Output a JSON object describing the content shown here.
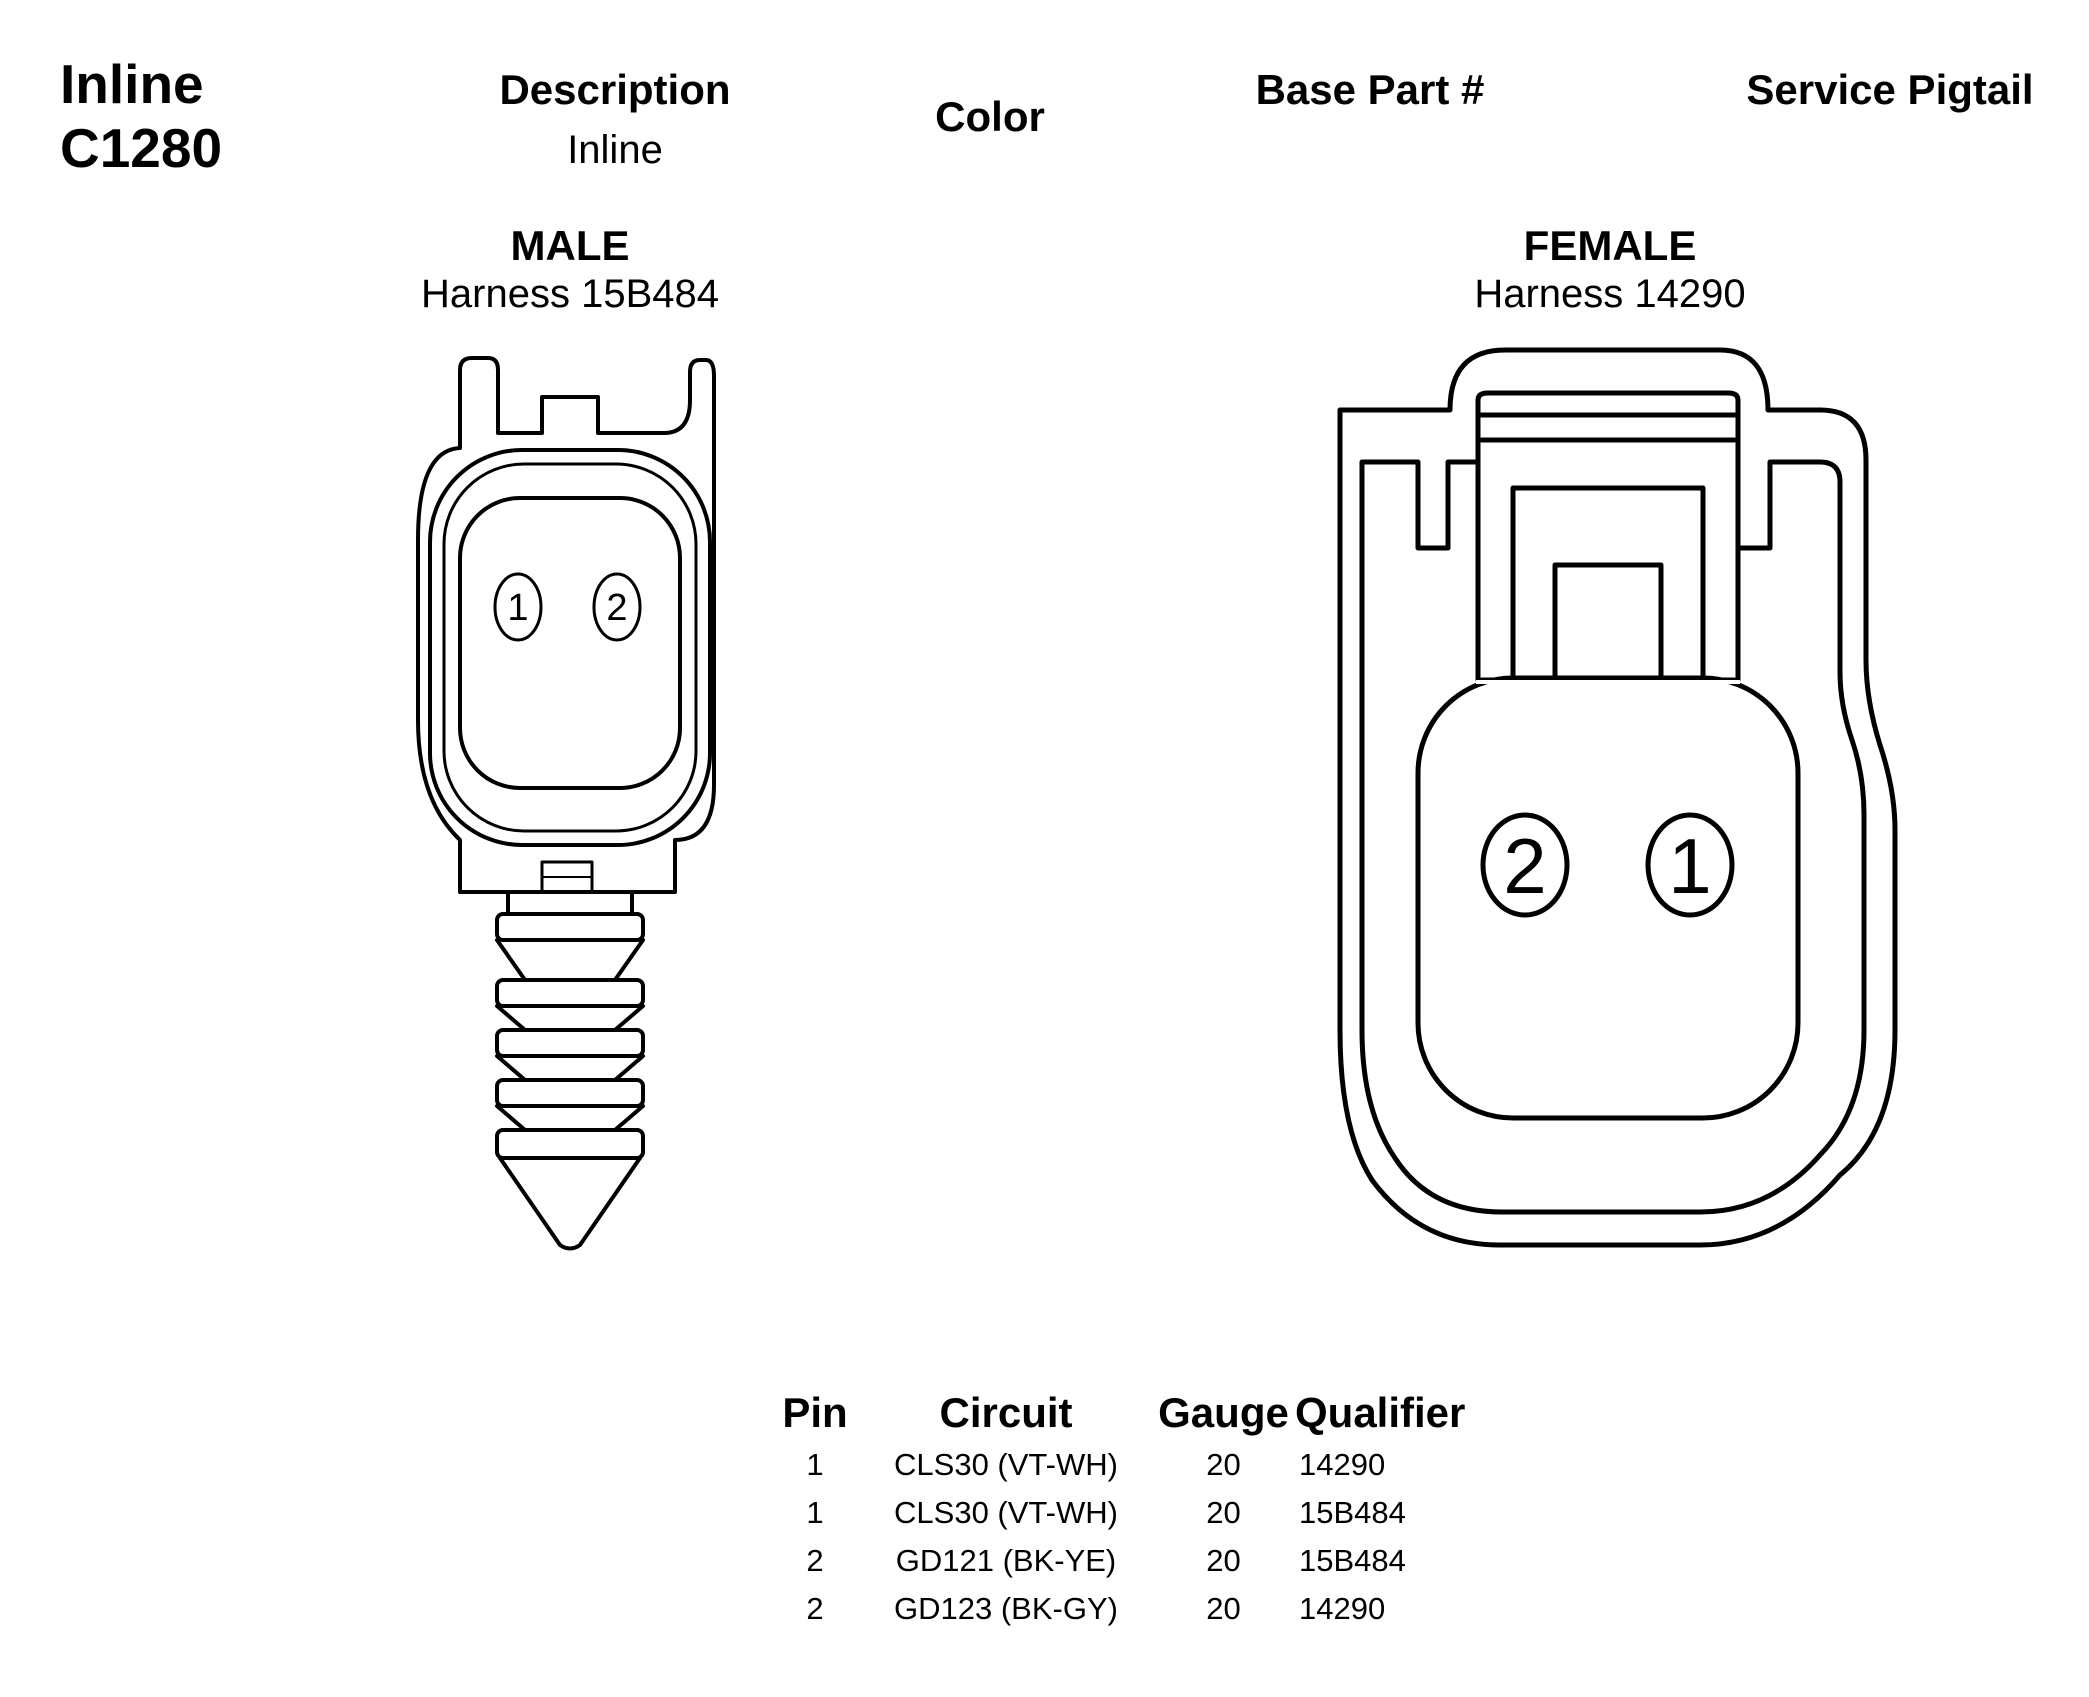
{
  "connector": {
    "line1": "Inline",
    "line2": "C1280"
  },
  "headers": {
    "description_label": "Description",
    "description_value": "Inline",
    "color_label": "Color",
    "base_part_label": "Base Part #",
    "service_pigtail_label": "Service Pigtail"
  },
  "male": {
    "title": "MALE",
    "harness": "Harness 15B484",
    "pin_labels": [
      "1",
      "2"
    ]
  },
  "female": {
    "title": "FEMALE",
    "harness": "Harness 14290",
    "pin_labels": [
      "2",
      "1"
    ]
  },
  "pin_table": {
    "columns": [
      "Pin",
      "Circuit",
      "Gauge",
      "Qualifier"
    ],
    "rows": [
      [
        "1",
        "CLS30 (VT-WH)",
        "20",
        "14290"
      ],
      [
        "1",
        "CLS30 (VT-WH)",
        "20",
        "15B484"
      ],
      [
        "2",
        "GD121 (BK-YE)",
        "20",
        "15B484"
      ],
      [
        "2",
        "GD123 (BK-GY)",
        "20",
        "14290"
      ]
    ]
  }
}
